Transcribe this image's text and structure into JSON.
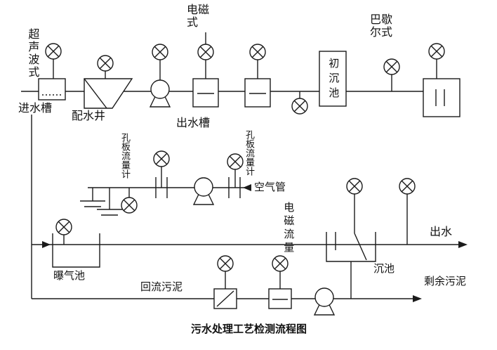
{
  "diagram": {
    "caption": "污水处理工艺检测流程图",
    "labels": {
      "ultrasonic": "超声波式",
      "inlet_channel": "进水槽",
      "distribution_well": "配水井",
      "electromagnetic_type": "电磁式",
      "outlet_channel": "出水槽",
      "primary_sedimentation": "初沉池",
      "parshall": "巴歇尔式",
      "orifice_flowmeter": "孔板流量计",
      "air_pipe": "空气管",
      "electromagnetic_flow": "电磁流量",
      "effluent": "出水",
      "sedimentation_tank": "沉池",
      "aeration_tank": "曝气池",
      "return_sludge": "回流污泥",
      "excess_sludge": "剩余污泥"
    },
    "symbols": {
      "instrument": "circle-with-x",
      "pump": "circle-with-triangle-base",
      "arrow": "filled-triangle"
    },
    "colors": {
      "line": "#1b1b1b",
      "background": "#ffffff"
    }
  }
}
